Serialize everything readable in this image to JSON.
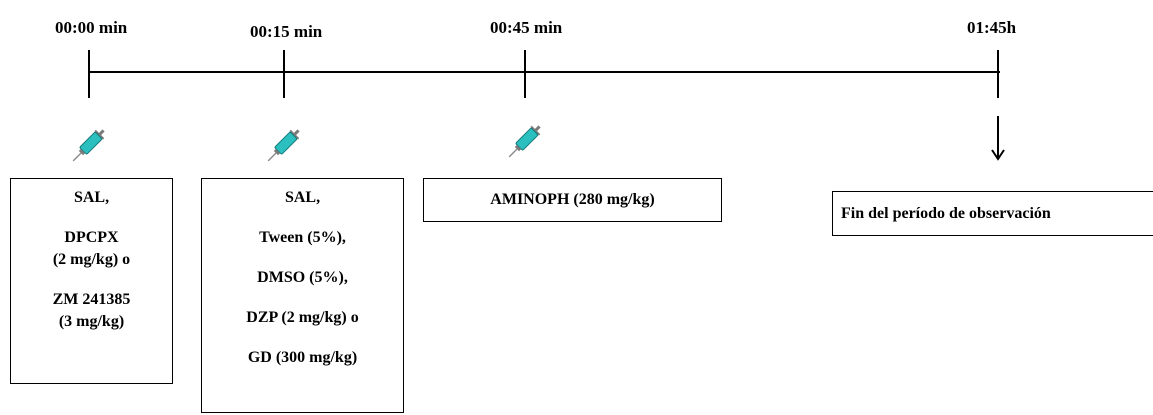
{
  "timeline": {
    "points": [
      {
        "time": "00:00 min"
      },
      {
        "time": "00:15 min"
      },
      {
        "time": "00:45 min"
      },
      {
        "time": "01:45h"
      }
    ]
  },
  "boxes": {
    "box1": [
      "SAL,",
      "DPCPX",
      "(2 mg/kg)  o",
      "ZM 241385",
      "(3 mg/kg)"
    ],
    "box2": [
      "SAL,",
      "Tween (5%),",
      "DMSO (5%),",
      "DZP (2 mg/kg) o",
      "GD (300 mg/kg)"
    ],
    "box3": [
      "AMINOPH (280 mg/kg)"
    ],
    "box4": [
      "Fin del período de observación"
    ]
  },
  "colors": {
    "syringe_fill": "#2bbfbf",
    "syringe_metal": "#8a8a8a",
    "line": "#000000"
  },
  "icons": {
    "injection": "syringe-icon",
    "end": "arrow-down-icon"
  }
}
